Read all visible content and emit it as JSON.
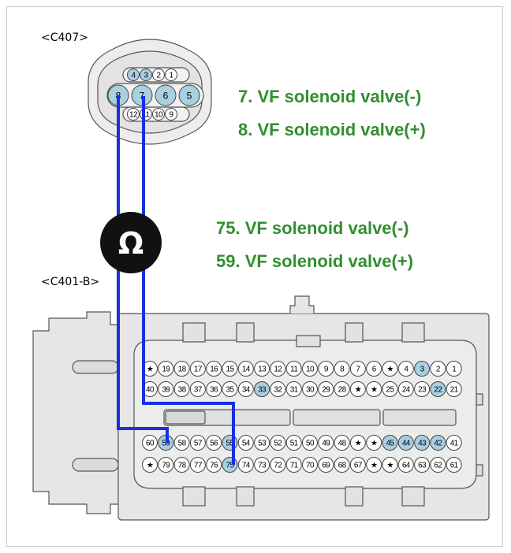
{
  "connectors": {
    "c407": {
      "label": "<C407>",
      "top_row": [
        "4",
        "3",
        "2",
        "1"
      ],
      "mid_row": [
        "8",
        "7",
        "6",
        "5"
      ],
      "bot_row": [
        "12",
        "11",
        "10",
        "9"
      ],
      "highlighted": [
        "4",
        "3",
        "8",
        "7",
        "6",
        "5",
        "12",
        "11",
        "10",
        "9"
      ]
    },
    "c401b": {
      "label": "<C401-B>",
      "rows": [
        [
          "★",
          "19",
          "18",
          "17",
          "16",
          "15",
          "14",
          "13",
          "12",
          "11",
          "10",
          "9",
          "8",
          "7",
          "6",
          "★",
          "4",
          "3",
          "2",
          "1"
        ],
        [
          "40",
          "39",
          "38",
          "37",
          "36",
          "35",
          "34",
          "33",
          "32",
          "31",
          "30",
          "29",
          "28",
          "★",
          "★",
          "25",
          "24",
          "23",
          "22",
          "21"
        ],
        [
          "60",
          "59",
          "58",
          "57",
          "56",
          "55",
          "54",
          "53",
          "52",
          "51",
          "50",
          "49",
          "48",
          "★",
          "★",
          "45",
          "44",
          "43",
          "42",
          "41"
        ],
        [
          "★",
          "79",
          "78",
          "77",
          "76",
          "75",
          "74",
          "73",
          "72",
          "71",
          "70",
          "69",
          "68",
          "67",
          "★",
          "★",
          "64",
          "63",
          "62",
          "61"
        ]
      ],
      "highlighted": [
        "3",
        "33",
        "22",
        "59",
        "55",
        "45",
        "44",
        "43",
        "42",
        "75"
      ]
    }
  },
  "meter": {
    "symbol": "Ω",
    "icon": "ohmmeter-icon"
  },
  "annotations": [
    "7. VF solenoid valve(-)",
    "8. VF solenoid valve(+)",
    "75. VF solenoid valve(-)",
    "59. VF solenoid valve(+)"
  ],
  "colors": {
    "wire": "#1a2fe0",
    "annotation": "#2f8f2f",
    "pin_highlight": "#a9cfe2",
    "connector_fill": "#e6e6e6",
    "connector_stroke": "#555555"
  }
}
